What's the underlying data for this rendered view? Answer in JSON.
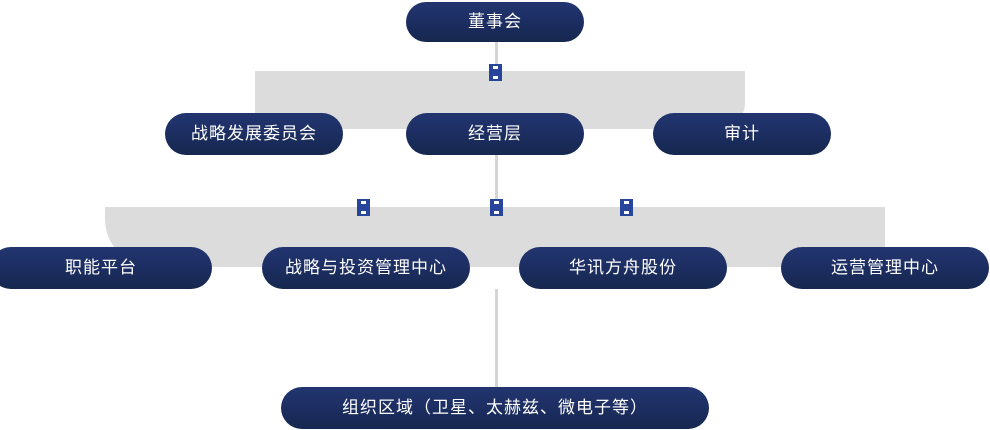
{
  "chart_data": {
    "type": "diagram",
    "subtype": "organization-chart",
    "title": "",
    "orientation": "top-down",
    "levels": 4,
    "colors": {
      "node_fill_top": "#22356f",
      "node_fill_bottom": "#16274f",
      "node_text": "#ffffff",
      "band": "#dcdcdc",
      "connector_line": "#d5d5d5",
      "connector_knob": "#26459b",
      "background": "#ffffff"
    },
    "nodes": [
      {
        "id": "board",
        "level": 1,
        "label": "董事会"
      },
      {
        "id": "strategy_cmt",
        "level": 2,
        "label": "战略发展委员会"
      },
      {
        "id": "management",
        "level": 2,
        "label": "经营层"
      },
      {
        "id": "audit",
        "level": 2,
        "label": "审计"
      },
      {
        "id": "func",
        "level": 3,
        "label": "职能平台"
      },
      {
        "id": "strat_inv",
        "level": 3,
        "label": "战略与投资管理中心"
      },
      {
        "id": "huaxun",
        "level": 3,
        "label": "华讯方舟股份"
      },
      {
        "id": "ops",
        "level": 3,
        "label": "运营管理中心"
      },
      {
        "id": "region",
        "level": 4,
        "label": "组织区域（卫星、太赫兹、微电子等）"
      }
    ],
    "edges": [
      {
        "from": "board",
        "to": "management"
      },
      {
        "from": "management",
        "to": "strat_inv"
      },
      {
        "from": "management",
        "to": "huaxun"
      },
      {
        "from": "management",
        "to": "ops"
      },
      {
        "from": "huaxun",
        "to": "region"
      }
    ]
  },
  "nodes": {
    "board": "董事会",
    "strategy_cmt": "战略发展委员会",
    "management": "经营层",
    "audit": "审计",
    "func": "职能平台",
    "strat_inv": "战略与投资管理中心",
    "huaxun": "华讯方舟股份",
    "ops": "运营管理中心",
    "region": "组织区域（卫星、太赫兹、微电子等）"
  }
}
